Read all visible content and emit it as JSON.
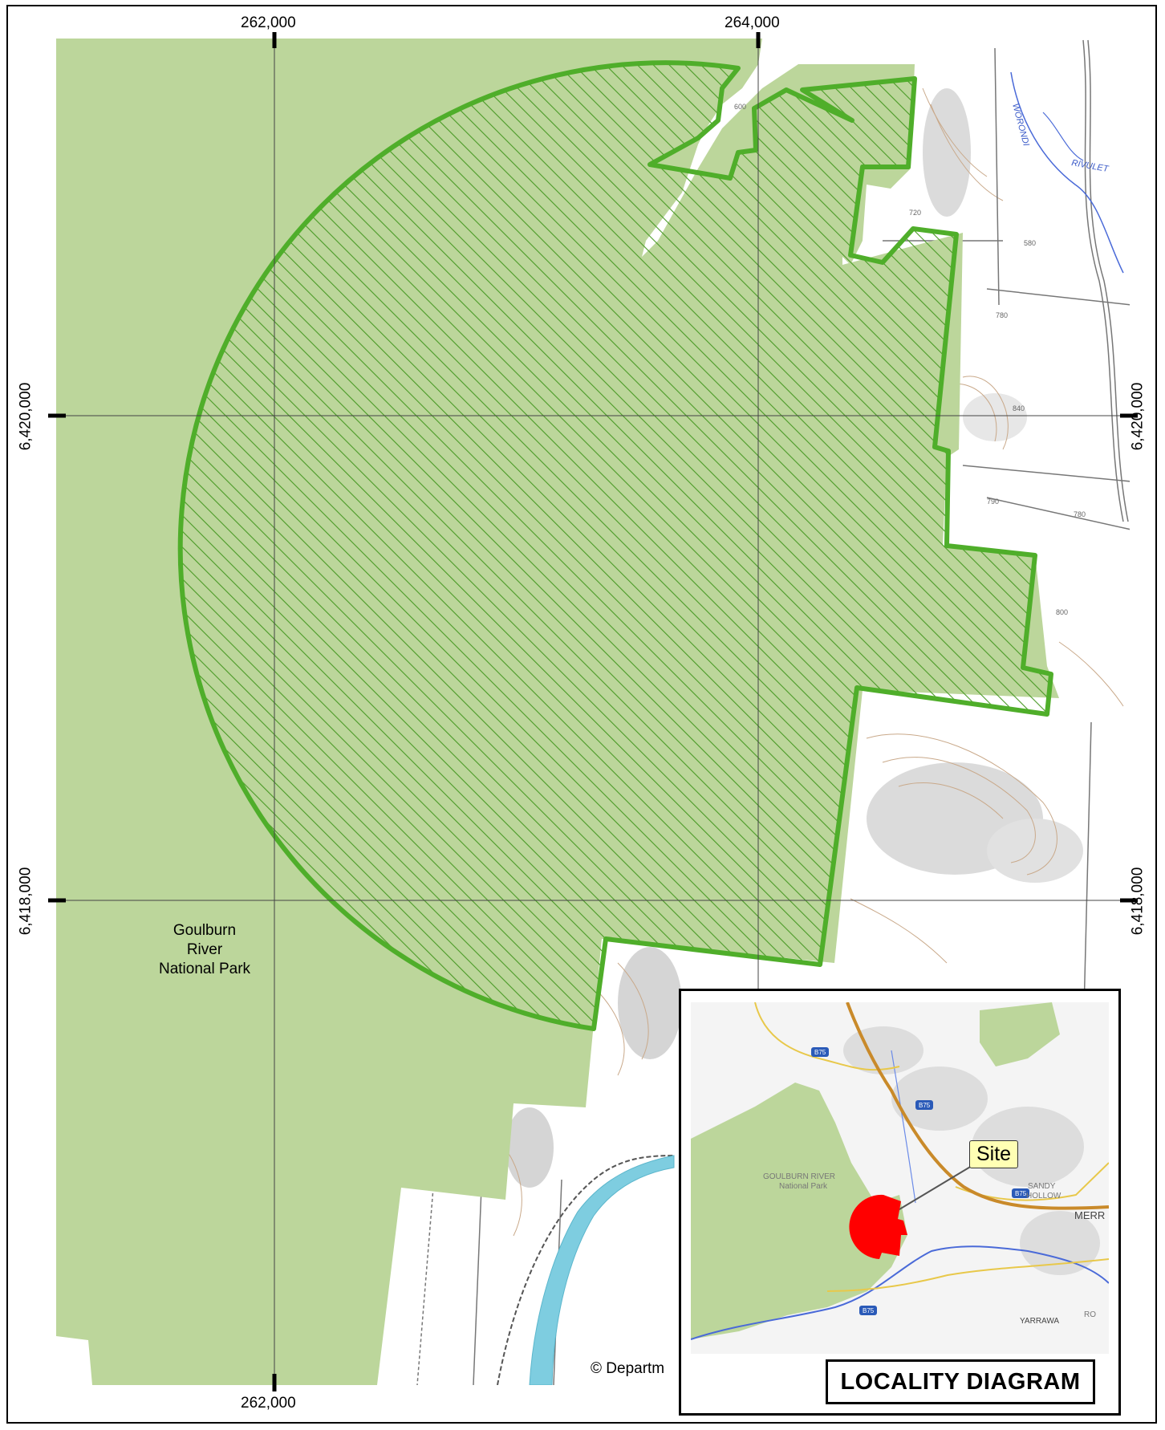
{
  "map": {
    "grid_labels": {
      "top_left": "262,000",
      "top_right": "264,000",
      "bottom": "262,000",
      "left_upper": "6,420,000",
      "left_lower": "6,418,000",
      "right_upper": "6,420,000",
      "right_lower": "6,418,000"
    },
    "spot_heights": [
      "600",
      "720",
      "580",
      "780",
      "840",
      "790",
      "780",
      "800"
    ],
    "creek_label": "WORONDI",
    "rivulet_label": "RIVULET",
    "park_label": [
      "Goulburn",
      "River",
      "National Park"
    ],
    "copyright": "© Departm",
    "colors": {
      "park_fill": "#bcd69b",
      "boundary": "#4fae2a",
      "hatch": "#4a9a26",
      "water": "#7ecde0",
      "contour": "#c9a98a"
    }
  },
  "inset": {
    "title": "LOCALITY DIAGRAM",
    "site_label": "Site",
    "place_labels": [
      "GOULBURN RIVER",
      "National Park",
      "SANDY",
      "HOLLOW",
      "MERR",
      "YARRAWA",
      "RO"
    ],
    "route_badges": [
      "B75",
      "B75",
      "B75",
      "B75"
    ],
    "site_color": "#ff0000"
  }
}
